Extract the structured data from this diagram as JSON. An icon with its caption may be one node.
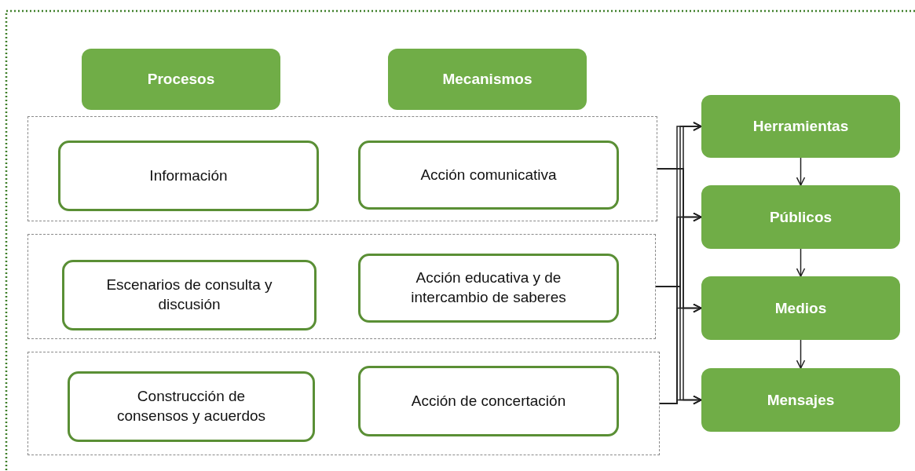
{
  "diagram": {
    "nodes": [
      {
        "text": [
          "Procesos"
        ]
      },
      {
        "text": [
          "Mecanismos"
        ]
      },
      {
        "text": [],
        "shape": "box"
      },
      {
        "text": [
          "Información"
        ],
        "in": 2
      },
      {
        "text": [
          "Acción comunicativa"
        ],
        "in": 2
      },
      {
        "text": [],
        "shape": "box"
      },
      {
        "text": [
          "Escenarios de consulta y discusión"
        ],
        "in": 5
      },
      {
        "text": [
          "Acción educativa y de intercambio de saberes"
        ],
        "in": 5
      },
      {
        "text": [],
        "shape": "box"
      },
      {
        "text": [
          "Construcción de consensos y acuerdos"
        ],
        "in": 8
      },
      {
        "text": [
          "Acción de concertación"
        ],
        "in": 8
      },
      {
        "text": [
          "Herramientas"
        ]
      },
      {
        "text": [
          "Públicos"
        ]
      },
      {
        "text": [
          "Medios"
        ]
      },
      {
        "text": [
          "Mensajes"
        ]
      }
    ],
    "edges": [
      {
        "from": 2,
        "to": 11,
        "arrow": "to"
      },
      {
        "from": 2,
        "to": 12,
        "arrow": "to"
      },
      {
        "from": 2,
        "to": 13,
        "arrow": "to"
      },
      {
        "from": 2,
        "to": 14,
        "arrow": "to"
      },
      {
        "from": 5,
        "to": 11,
        "arrow": "to"
      },
      {
        "from": 5,
        "to": 12,
        "arrow": "to"
      },
      {
        "from": 5,
        "to": 13,
        "arrow": "to"
      },
      {
        "from": 5,
        "to": 14,
        "arrow": "to"
      },
      {
        "from": 8,
        "to": 11,
        "arrow": "to"
      },
      {
        "from": 8,
        "to": 12,
        "arrow": "to"
      },
      {
        "from": 8,
        "to": 13,
        "arrow": "to"
      },
      {
        "from": 8,
        "to": 14,
        "arrow": "to"
      },
      {
        "from": 11,
        "to": 12,
        "arrow": "to"
      },
      {
        "from": 12,
        "to": 13,
        "arrow": "to"
      },
      {
        "from": 13,
        "to": 14,
        "arrow": "to"
      }
    ]
  }
}
